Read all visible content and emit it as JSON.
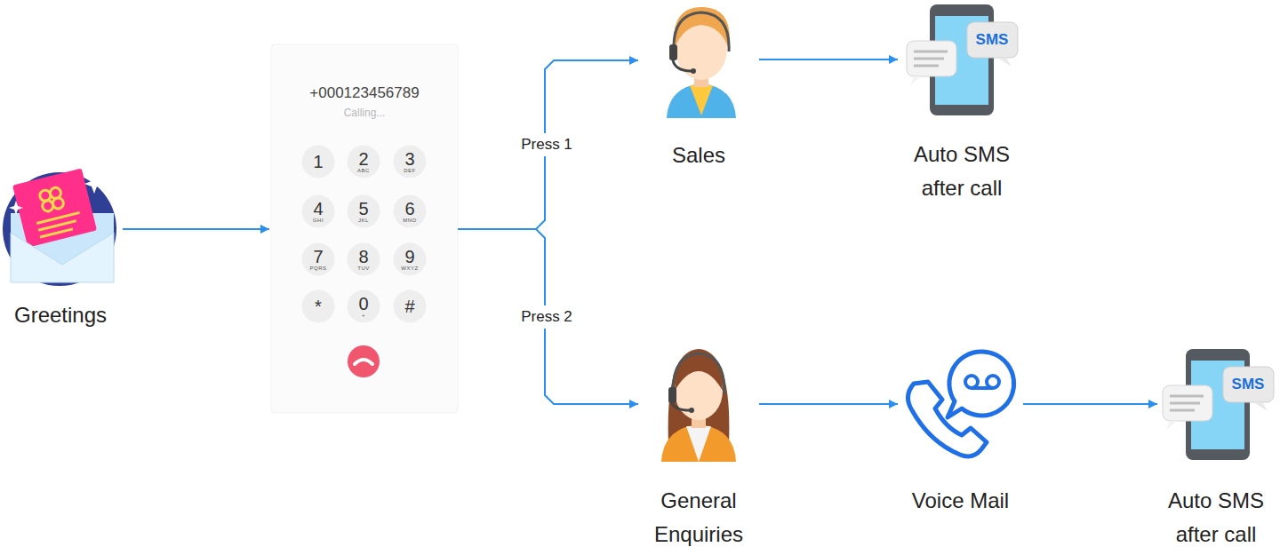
{
  "diagram": {
    "nodes": [
      {
        "text": [
          "Greetings"
        ]
      },
      {
        "text": [
          "+000123456789",
          "Calling..."
        ]
      },
      {
        "text": [
          "1"
        ],
        "in": 1
      },
      {
        "text": [
          "2",
          "ABC"
        ],
        "in": 1
      },
      {
        "text": [
          "3",
          "DEF"
        ],
        "in": 1
      },
      {
        "text": [
          "4",
          "GHI"
        ],
        "in": 1
      },
      {
        "text": [
          "5",
          "JKL"
        ],
        "in": 1
      },
      {
        "text": [
          "6",
          "MNO"
        ],
        "in": 1
      },
      {
        "text": [
          "7",
          "PQRS"
        ],
        "in": 1
      },
      {
        "text": [
          "8",
          "TUV"
        ],
        "in": 1
      },
      {
        "text": [
          "9",
          "WXYZ"
        ],
        "in": 1
      },
      {
        "text": [
          "*"
        ],
        "in": 1
      },
      {
        "text": [
          "0",
          "+"
        ],
        "in": 1
      },
      {
        "text": [
          "#"
        ],
        "in": 1
      },
      {
        "text": [
          "Sales"
        ]
      },
      {
        "text": [
          "Auto SMS after call"
        ]
      },
      {
        "text": [
          "General Enquiries"
        ]
      },
      {
        "text": [
          "Voice Mail"
        ]
      },
      {
        "text": [
          "Auto SMS after call"
        ]
      }
    ],
    "edges": [
      {
        "from": 0,
        "to": 1,
        "arrow": "to"
      },
      {
        "from": 1,
        "to": 14,
        "label": "Press 1",
        "arrow": "to"
      },
      {
        "from": 1,
        "to": 16,
        "label": "Press 2",
        "arrow": "to"
      },
      {
        "from": 14,
        "to": 15,
        "arrow": "to"
      },
      {
        "from": 16,
        "to": 17,
        "arrow": "to"
      },
      {
        "from": 17,
        "to": 18,
        "arrow": "to"
      }
    ],
    "labels": [
      "SMS",
      "SMS"
    ]
  }
}
